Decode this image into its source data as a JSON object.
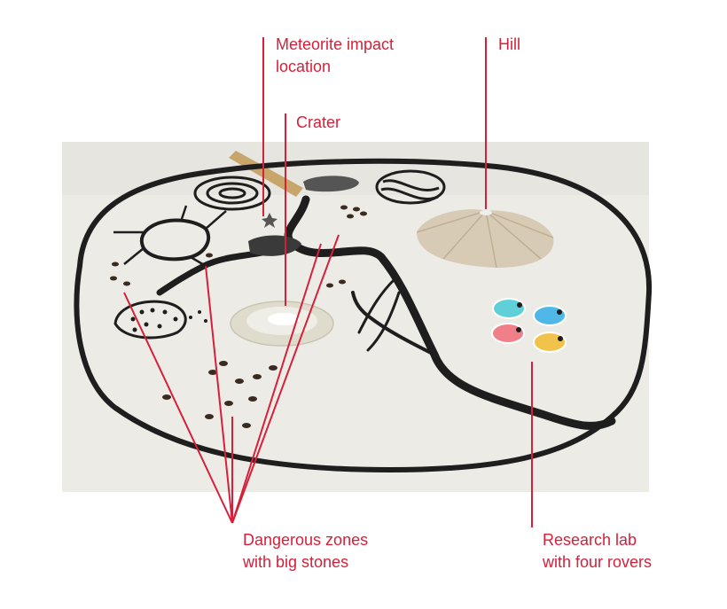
{
  "colors": {
    "accent": "#d6203a",
    "ink": "#1e1e1e",
    "sheet": "#ecebe6",
    "hill": "#d8cbb6",
    "stone": "#3a2a20",
    "crater": "#dfdcce"
  },
  "labels": {
    "meteorite": [
      "Meteorite impact",
      "location"
    ],
    "crater": [
      "Crater"
    ],
    "hill": [
      "Hill"
    ],
    "danger": [
      "Dangerous zones",
      "with big stones"
    ],
    "lab": [
      "Research lab",
      "with four rovers"
    ]
  },
  "icons": {
    "rovers": [
      "rover-icon",
      "rover-icon",
      "rover-icon",
      "rover-icon"
    ],
    "rover_colors": [
      "#5fd0d8",
      "#4fb8e8",
      "#f07f8a",
      "#f1c34a"
    ]
  }
}
